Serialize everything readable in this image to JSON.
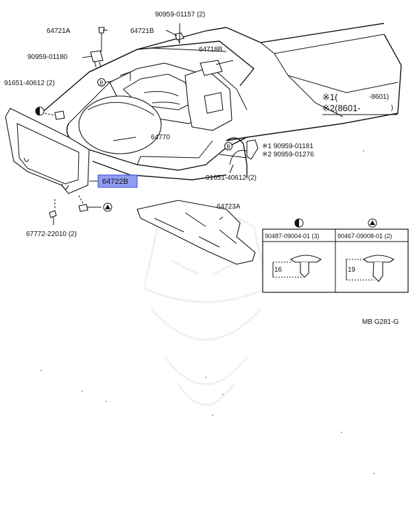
{
  "labels": {
    "p64721A": "64721A",
    "p64721B": "64721B",
    "p90959_01157": "90959-01157 (2)",
    "p90959_01180": "90959-01180",
    "p64718B": "64718B",
    "p91651_top": "91651-40612 (2)",
    "p64770": "64770",
    "p64722B": "64722B",
    "p91651_right": "91651-40612 (2)",
    "p67772": "67772-22010 (2)",
    "p64723A": "64723A",
    "star1_row": "※1 90959-01181",
    "star2_row": "※2 90959-01276",
    "mb_code": "MB  G281-G"
  },
  "legend": {
    "row1_prefix": "※1(",
    "row1_range": "-8601)",
    "row2_prefix": "※2(8601-",
    "row2_suffix": ")"
  },
  "inset": {
    "left_part": "90487-09004-01 (3)",
    "right_part": "90467-09008-01 (2)",
    "left_dim": "16",
    "right_dim": "19"
  },
  "colors": {
    "highlight_fill": "#8f9cf0",
    "highlight_stroke": "#3a4bd0",
    "line": "#111111"
  }
}
